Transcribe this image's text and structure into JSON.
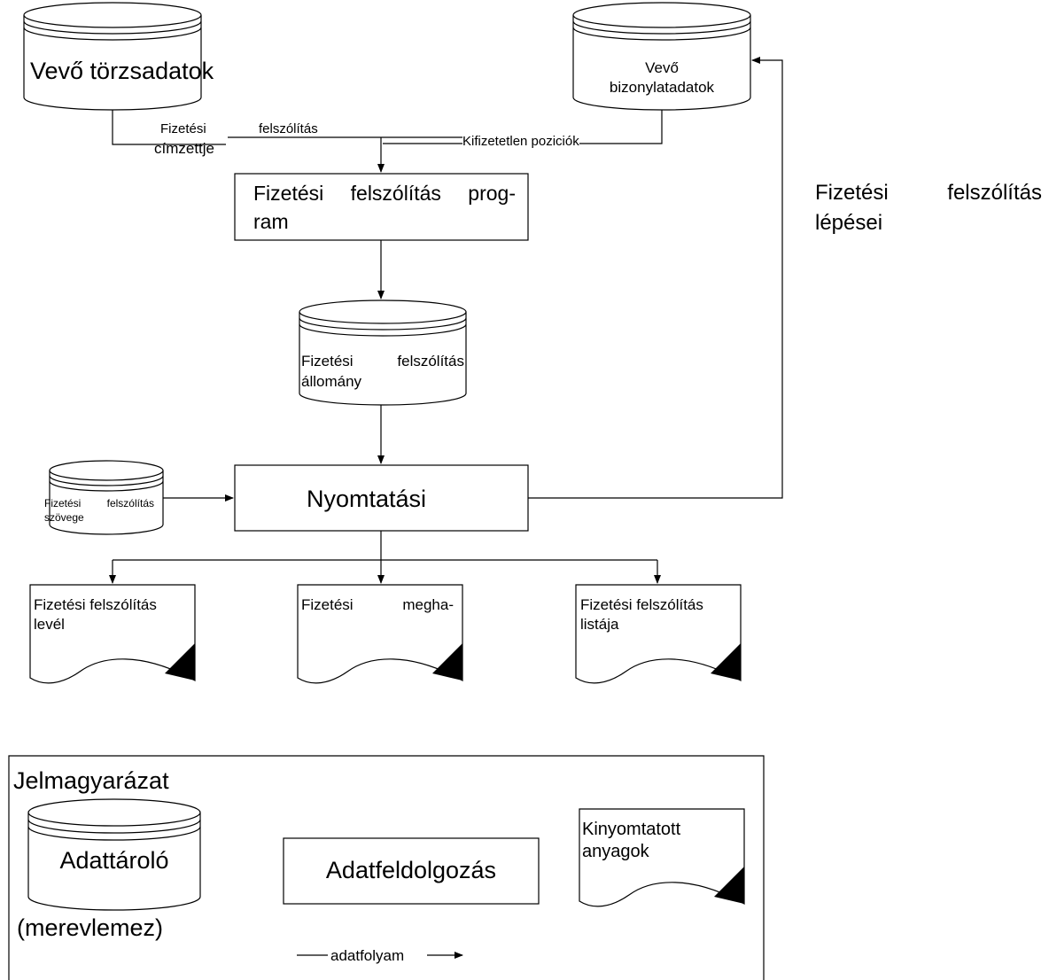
{
  "diagram": {
    "title": "Fizetési felszólítás lépései",
    "title_parts": [
      "Fizetési",
      "felszólítás",
      "lépései"
    ],
    "nodes": {
      "customer_master_data": "Vevő törzsadatok",
      "customer_document_data": [
        "Vevő",
        "bizonylatadatok"
      ],
      "program": [
        "Fizetési felszólítás prog-",
        "ram"
      ],
      "dunning_file": [
        "Fizetési felszólítás",
        "állomány"
      ],
      "printing": "Nyomtatási",
      "dunning_text": [
        "Fizetési felszólítás",
        "szövege"
      ],
      "output_letter": [
        "Fizetési felszólítás",
        "levél"
      ],
      "output_notice": "Fizetési megha-",
      "output_list": [
        "Fizetési felszólítás",
        "listája"
      ]
    },
    "edge_labels": {
      "payment": "Fizetési",
      "recipient": "címzettje",
      "reminder": "felszólítás",
      "unpaid_items": "Kifizetetlen poziciók"
    }
  },
  "legend": {
    "title": "Jelmagyarázat",
    "storage": "Adattároló",
    "storage_sub": "(merevlemez)",
    "process": "Adatfeldolgozás",
    "printed": [
      "Kinyomtatott",
      "anyagok"
    ],
    "flow": "adatfolyam"
  }
}
